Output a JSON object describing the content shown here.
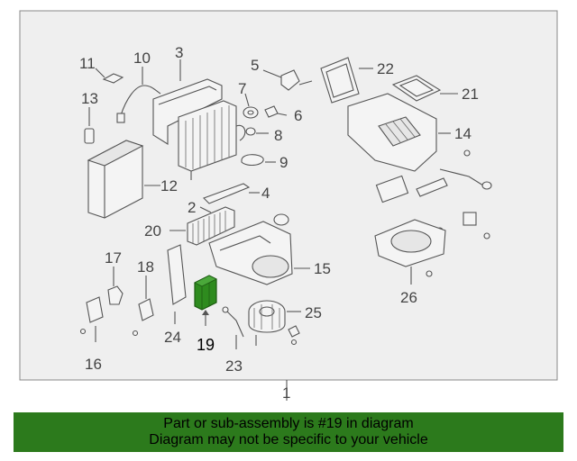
{
  "diagram": {
    "callouts": {
      "c1": "1",
      "c2": "2",
      "c3": "3",
      "c4": "4",
      "c5": "5",
      "c6": "6",
      "c7": "7",
      "c8": "8",
      "c9": "9",
      "c10": "10",
      "c11": "11",
      "c12": "12",
      "c13": "13",
      "c14": "14",
      "c15": "15",
      "c16": "16",
      "c17": "17",
      "c18": "18",
      "c19": "19",
      "c20": "20",
      "c21": "21",
      "c22": "22",
      "c23": "23",
      "c24": "24",
      "c25": "25",
      "c26": "26"
    },
    "highlighted_part": "19",
    "highlight_color": "#2e8b1e"
  },
  "banner": {
    "line1": "Part or sub-assembly is #19 in diagram",
    "line2": "Diagram may not be specific to your vehicle",
    "background": "#2c7a1c"
  }
}
